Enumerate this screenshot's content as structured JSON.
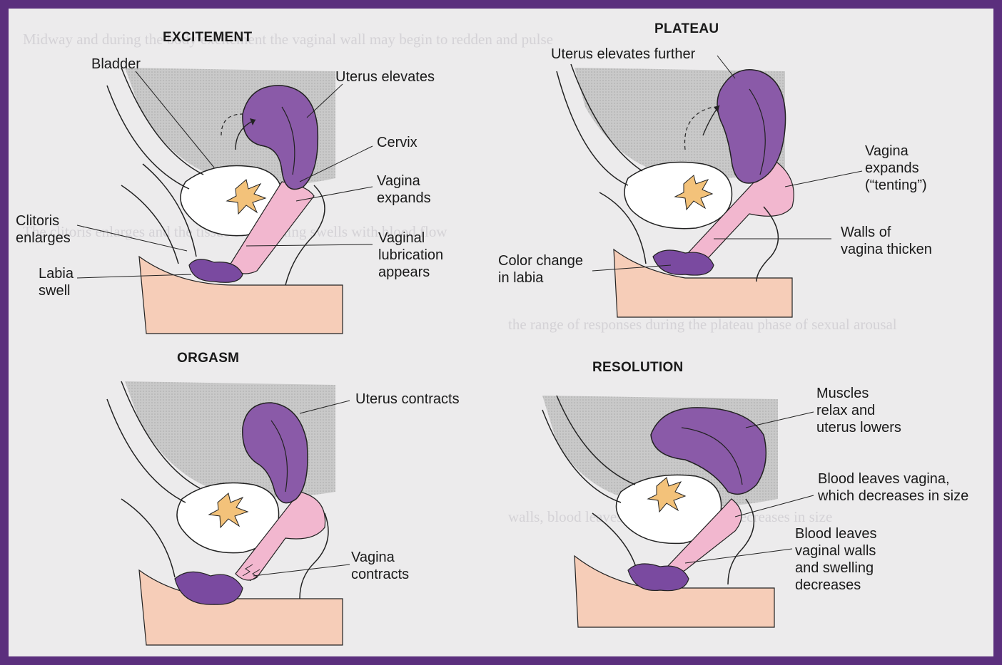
{
  "colors": {
    "frame": "#5b2f7d",
    "paper": "#ecebec",
    "uterus": "#8a5aa8",
    "uterus_dark": "#6b3f8c",
    "vagina": "#f2b7cf",
    "skin": "#f6cdb8",
    "bladder_fill": "#ffffff",
    "cervix_star": "#f3c27a",
    "gray_region": "#bcbcbc"
  },
  "panels": {
    "excitement": {
      "title": "EXCITEMENT",
      "labels": {
        "bladder": "Bladder",
        "uterus_elevates": "Uterus elevates",
        "cervix": "Cervix",
        "vagina_expands": "Vagina\nexpands",
        "clitoris_enlarges": "Clitoris\nenlarges",
        "vaginal_lubrication": "Vaginal\nlubrication\nappears",
        "labia_swell": "Labia\nswell"
      }
    },
    "plateau": {
      "title": "PLATEAU",
      "labels": {
        "uterus_elevates_further": "Uterus elevates further",
        "vagina_expands_tenting": "Vagina\nexpands\n(“tenting”)",
        "walls_thicken": "Walls of\nvagina thicken",
        "color_change": "Color change\nin labia"
      }
    },
    "orgasm": {
      "title": "ORGASM",
      "labels": {
        "uterus_contracts": "Uterus contracts",
        "vagina_contracts": "Vagina\ncontracts"
      }
    },
    "resolution": {
      "title": "RESOLUTION",
      "labels": {
        "muscles_relax": "Muscles\nrelax and\nuterus lowers",
        "blood_leaves_vagina": "Blood leaves vagina,\nwhich decreases in size",
        "blood_leaves_walls": "Blood leaves\nvaginal walls\nand swelling\ndecreases"
      }
    }
  }
}
